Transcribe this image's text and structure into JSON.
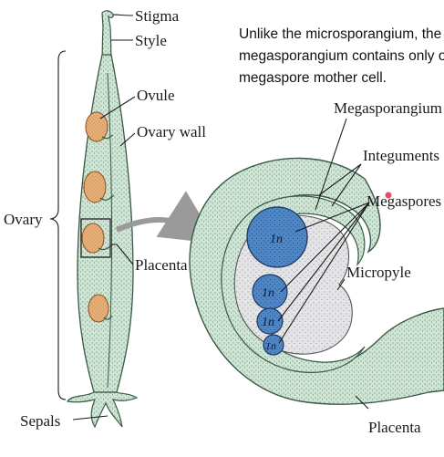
{
  "note": {
    "lines": [
      "Unlike the microsporangium, the",
      "megasporangium contains only one",
      "megaspore mother cell."
    ]
  },
  "labels": {
    "stigma": "Stigma",
    "style": "Style",
    "ovule": "Ovule",
    "ovary_wall": "Ovary wall",
    "ovary": "Ovary",
    "placenta_left": "Placenta",
    "sepals": "Sepals",
    "megasporangium": "Megasporangium",
    "integuments": "Integuments",
    "megaspores": "Megaspores",
    "micropyle": "Micropyle",
    "placenta_right": "Placenta"
  },
  "spores": [
    "1n",
    "1n",
    "1n",
    "1n"
  ],
  "colors": {
    "tissue_green": "#cfe6d6",
    "tissue_stroke": "#3a5a45",
    "ovule_orange": "#e9b27a",
    "megasporangium_gray": "#e6e6e8",
    "spore_blue": "#4f86c6",
    "arrow_gray": "#9a9a9a"
  }
}
